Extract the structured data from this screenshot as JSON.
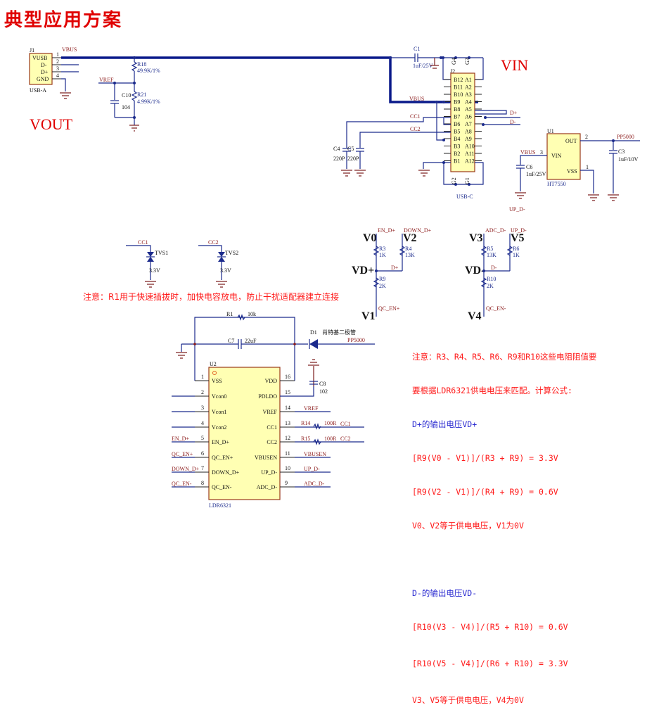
{
  "title": "典型应用方案",
  "labels": {
    "vout": "VOUT",
    "vin": "VIN"
  },
  "usb_a": {
    "ref": "J1",
    "name": "USB-A",
    "pins": [
      {
        "num": "1",
        "name": "VUSB"
      },
      {
        "num": "2",
        "name": "D-"
      },
      {
        "num": "3",
        "name": "D+"
      },
      {
        "num": "4",
        "name": "GND"
      }
    ],
    "net": "VBUS"
  },
  "divider": {
    "r18": {
      "ref": "R18",
      "value": "49.9K/1%"
    },
    "r21": {
      "ref": "R21",
      "value": "4.99K/1%"
    },
    "c10": {
      "ref": "C10",
      "value": "104"
    },
    "net": "VREF"
  },
  "usb_c": {
    "ref": "J2",
    "name": "USB-C",
    "shield": [
      "G4",
      "G3",
      "G2",
      "G1"
    ],
    "rows": [
      [
        "B12",
        "A1"
      ],
      [
        "B11",
        "A2"
      ],
      [
        "B10",
        "A3"
      ],
      [
        "B9",
        "A4"
      ],
      [
        "B8",
        "A5"
      ],
      [
        "B7",
        "A6"
      ],
      [
        "B6",
        "A7"
      ],
      [
        "B5",
        "A8"
      ],
      [
        "B4",
        "A9"
      ],
      [
        "B3",
        "A10"
      ],
      [
        "B2",
        "A11"
      ],
      [
        "B1",
        "A12"
      ]
    ],
    "c1": {
      "ref": "C1",
      "value": "1uF/25V"
    },
    "c4": {
      "ref": "C4",
      "value": "220P"
    },
    "c5": {
      "ref": "C5",
      "value": "220P"
    },
    "nets": {
      "vbus": "VBUS",
      "cc1": "CC1",
      "cc2": "CC2",
      "dp": "D+",
      "dm": "D-"
    }
  },
  "ldo": {
    "ref": "U1",
    "name": "HT7550",
    "pins": {
      "out": "OUT",
      "vin": "VIN",
      "vss": "VSS",
      "out_num": "2",
      "vin_num": "3",
      "vss_num": "1"
    },
    "c6": {
      "ref": "C6",
      "value": "1uF/25V"
    },
    "c3": {
      "ref": "C3",
      "value": "1uF/10V"
    },
    "net_in": "VBUS",
    "net_out": "PP5000",
    "stray": "UP_D-"
  },
  "tvs": [
    {
      "ref": "TVS1",
      "net": "CC1",
      "value": "3.3V"
    },
    {
      "ref": "TVS2",
      "net": "CC2",
      "value": "3.3V"
    }
  ],
  "note1": "注意：R1用于快速插拔时，加快电容放电，防止干扰适配器建立连接",
  "vdp": {
    "v0": "V0",
    "v1": "V1",
    "v2": "V2",
    "vd": "VD+",
    "r3": {
      "ref": "R3",
      "value": "1K"
    },
    "r4": {
      "ref": "R4",
      "value": "13K"
    },
    "r9": {
      "ref": "R9",
      "value": "2K"
    },
    "net_top1": "EN_D+",
    "net_top2": "DOWN_D+",
    "net_mid": "D+",
    "net_bot": "QC_EN+"
  },
  "vdm": {
    "v3": "V3",
    "v4": "V4",
    "v5": "V5",
    "vd": "VD-",
    "r5": {
      "ref": "R5",
      "value": "13K"
    },
    "r6": {
      "ref": "R6",
      "value": "1K"
    },
    "r10": {
      "ref": "R10",
      "value": "2K"
    },
    "net_top1": "ADC_D-",
    "net_top2": "UP_D-",
    "net_mid": "D-",
    "net_bot": "QC_EN-"
  },
  "ldr": {
    "ref": "U2",
    "name": "LDR6321",
    "left_pins": [
      {
        "num": "1",
        "name": "VSS",
        "net": ""
      },
      {
        "num": "2",
        "name": "Vcon0",
        "net": ""
      },
      {
        "num": "3",
        "name": "Vcon1",
        "net": ""
      },
      {
        "num": "4",
        "name": "Vcon2",
        "net": ""
      },
      {
        "num": "5",
        "name": "EN_D+",
        "net": "EN_D+"
      },
      {
        "num": "6",
        "name": "QC_EN+",
        "net": "QC_EN+"
      },
      {
        "num": "7",
        "name": "DOWN_D+",
        "net": "DOWN_D+"
      },
      {
        "num": "8",
        "name": "QC_EN-",
        "net": "QC_EN-"
      }
    ],
    "right_pins": [
      {
        "num": "16",
        "name": "VDD",
        "net": ""
      },
      {
        "num": "15",
        "name": "PDLDO",
        "net": ""
      },
      {
        "num": "14",
        "name": "VREF",
        "net": "VREF"
      },
      {
        "num": "13",
        "name": "CC1",
        "net": "CC1"
      },
      {
        "num": "12",
        "name": "CC2",
        "net": "CC2"
      },
      {
        "num": "11",
        "name": "VBUSEN",
        "net": "VBUSEN"
      },
      {
        "num": "10",
        "name": "UP_D-",
        "net": "UP_D-"
      },
      {
        "num": "9",
        "name": "ADC_D-",
        "net": "ADC_D-"
      }
    ],
    "r1": {
      "ref": "R1",
      "value": "10k"
    },
    "c7": {
      "ref": "C7",
      "value": "22uF"
    },
    "c8": {
      "ref": "C8",
      "value": "102"
    },
    "d1": {
      "ref": "D1",
      "value": "肖特基二极管"
    },
    "r14": {
      "ref": "R14",
      "value": "100R"
    },
    "r15": {
      "ref": "R15",
      "value": "100R"
    },
    "net_pp": "PP5000"
  },
  "note2": {
    "red_lines": [
      "注意：R3、R4、R5、R6、R9和R10这些电阻阻值要",
      "要根据LDR6321供电电压来匹配。计算公式:"
    ],
    "dp_head": "D+的输出电压VD+",
    "dp_lines": [
      "[R9(V0 - V1)]/(R3 + R9) = 3.3V",
      "[R9(V2 - V1)]/(R4 + R9) = 0.6V",
      "V0、V2等于供电电压，V1为0V"
    ],
    "dm_head": "D-的输出电压VD-",
    "dm_lines": [
      "[R10(V3 - V4)]/(R5 + R10) = 0.6V",
      "[R10(V5 - V4)]/(R6 + R10) = 3.3V",
      "V3、V5等于供电电压，V4为0V"
    ]
  }
}
